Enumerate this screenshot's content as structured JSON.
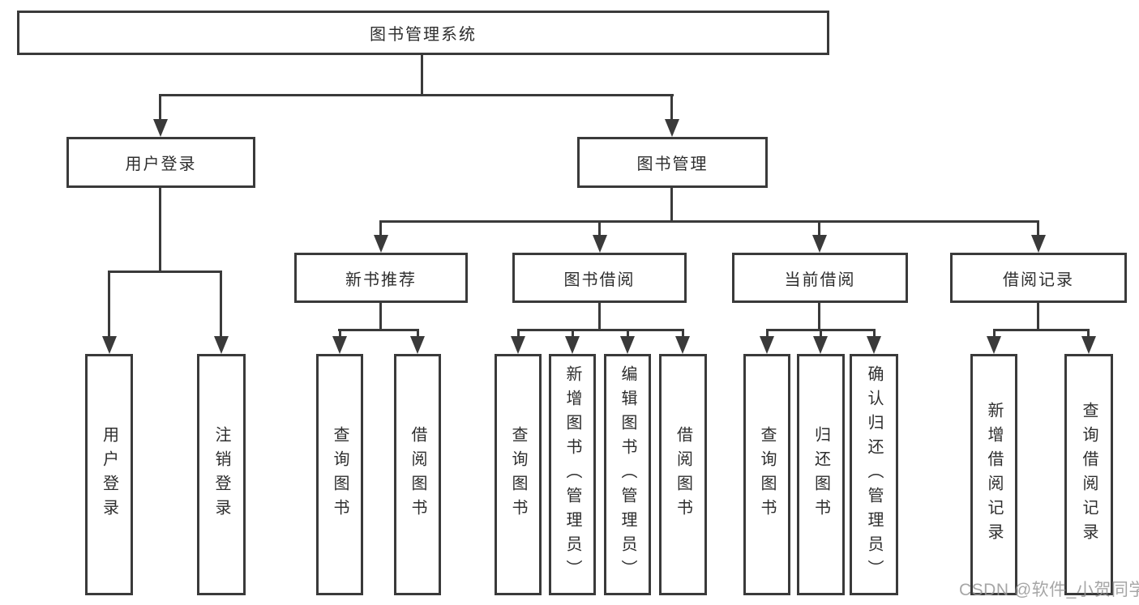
{
  "tree": {
    "label": "图书管理系统",
    "children": [
      {
        "label": "用户登录",
        "children": [
          {
            "label": "用户登录"
          },
          {
            "label": "注销登录"
          }
        ]
      },
      {
        "label": "图书管理",
        "children": [
          {
            "label": "新书推荐",
            "children": [
              {
                "label": "查询图书"
              },
              {
                "label": "借阅图书"
              }
            ]
          },
          {
            "label": "图书借阅",
            "children": [
              {
                "label": "查询图书"
              },
              {
                "label": "新增图书（管理员）"
              },
              {
                "label": "编辑图书（管理员）"
              },
              {
                "label": "借阅图书"
              }
            ]
          },
          {
            "label": "当前借阅",
            "children": [
              {
                "label": "查询图书"
              },
              {
                "label": "归还图书"
              },
              {
                "label": "确认归还（管理员）"
              }
            ]
          },
          {
            "label": "借阅记录",
            "children": [
              {
                "label": "新增借阅记录"
              },
              {
                "label": "查询借阅记录"
              }
            ]
          }
        ]
      }
    ]
  },
  "watermark": {
    "text": "CSDN @软件_小贺同学"
  },
  "colors": {
    "line": "#3a3a3a",
    "text": "#2e2e2e",
    "background": "#ffffff",
    "watermark": "#969696"
  }
}
